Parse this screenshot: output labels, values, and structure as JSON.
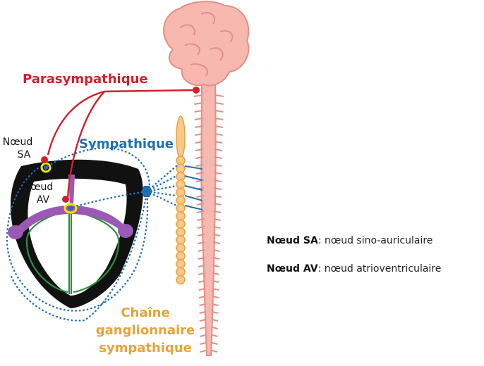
{
  "labels": {
    "parasympathique": "Parasympathique",
    "sympathique": "Sympathique",
    "noeud_sa": [
      "Nœud",
      "SA"
    ],
    "noeud_av": [
      "Nœud",
      "AV"
    ],
    "chaine": [
      "Chaîne",
      "ganglionnaire",
      "sympathique"
    ]
  },
  "legend": [
    {
      "term": "Nœud SA",
      "desc": ": nœud sino-auriculaire"
    },
    {
      "term": "Nœud AV",
      "desc": ": nœud atrioventriculaire"
    }
  ],
  "colors": {
    "parasympathetic": "#d21f2a",
    "sympathetic": "#1f6fb5",
    "chain": "#e8a23a",
    "chain_fill": "#f6c98a",
    "brain_fill": "#f7b8b0",
    "brain_stroke": "#e58e86",
    "heart": "#111111",
    "conduction_green": "#2f8f3a",
    "conduction_purple": "#9b59b6",
    "node_yellow": "#f2e600"
  }
}
